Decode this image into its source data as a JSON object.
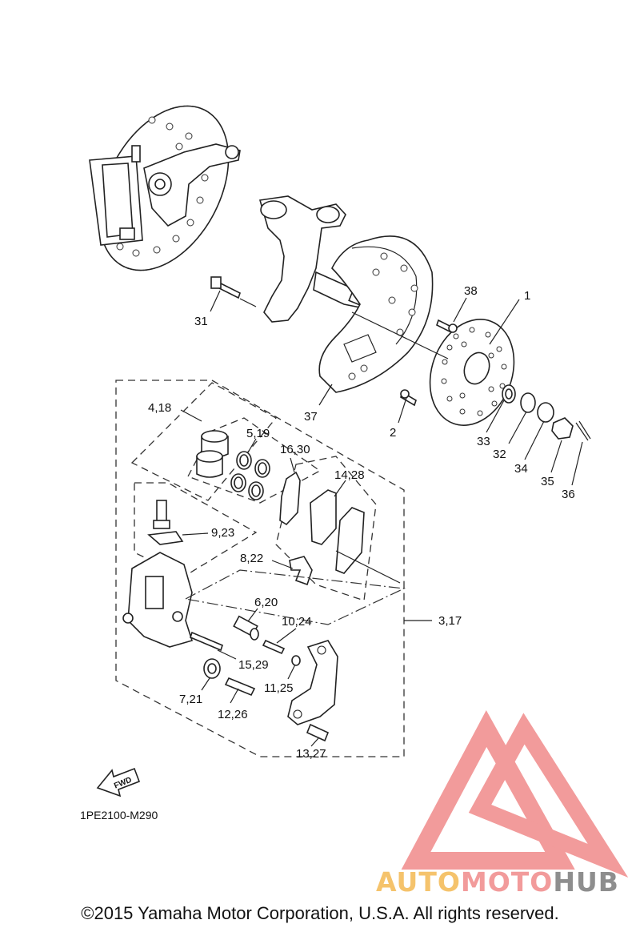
{
  "diagram": {
    "code": "1PE2100-M290",
    "copyright": "©2015 Yamaha Motor Corporation, U.S.A. All rights reserved.",
    "fwd_label": "FWD",
    "watermark": {
      "part1": "AUTO",
      "part2": "MOTO",
      "part3": "HUB",
      "colors": {
        "auto": "#f5c36c",
        "moto": "#f29b9b",
        "hub": "#8e8e8e",
        "logo": "#f08a8a"
      }
    },
    "callouts": {
      "c1": "1",
      "c2": "2",
      "c3": "3,17",
      "c4": "4,18",
      "c5": "5,19",
      "c6": "6,20",
      "c7": "7,21",
      "c8": "8,22",
      "c9": "9,23",
      "c10": "10,24",
      "c11": "11,25",
      "c12": "12,26",
      "c13": "13,27",
      "c14": "14,28",
      "c15": "15,29",
      "c16": "16,30",
      "c31": "31",
      "c32": "32",
      "c33": "33",
      "c34": "34",
      "c35": "35",
      "c36": "36",
      "c37": "37",
      "c38": "38"
    }
  }
}
